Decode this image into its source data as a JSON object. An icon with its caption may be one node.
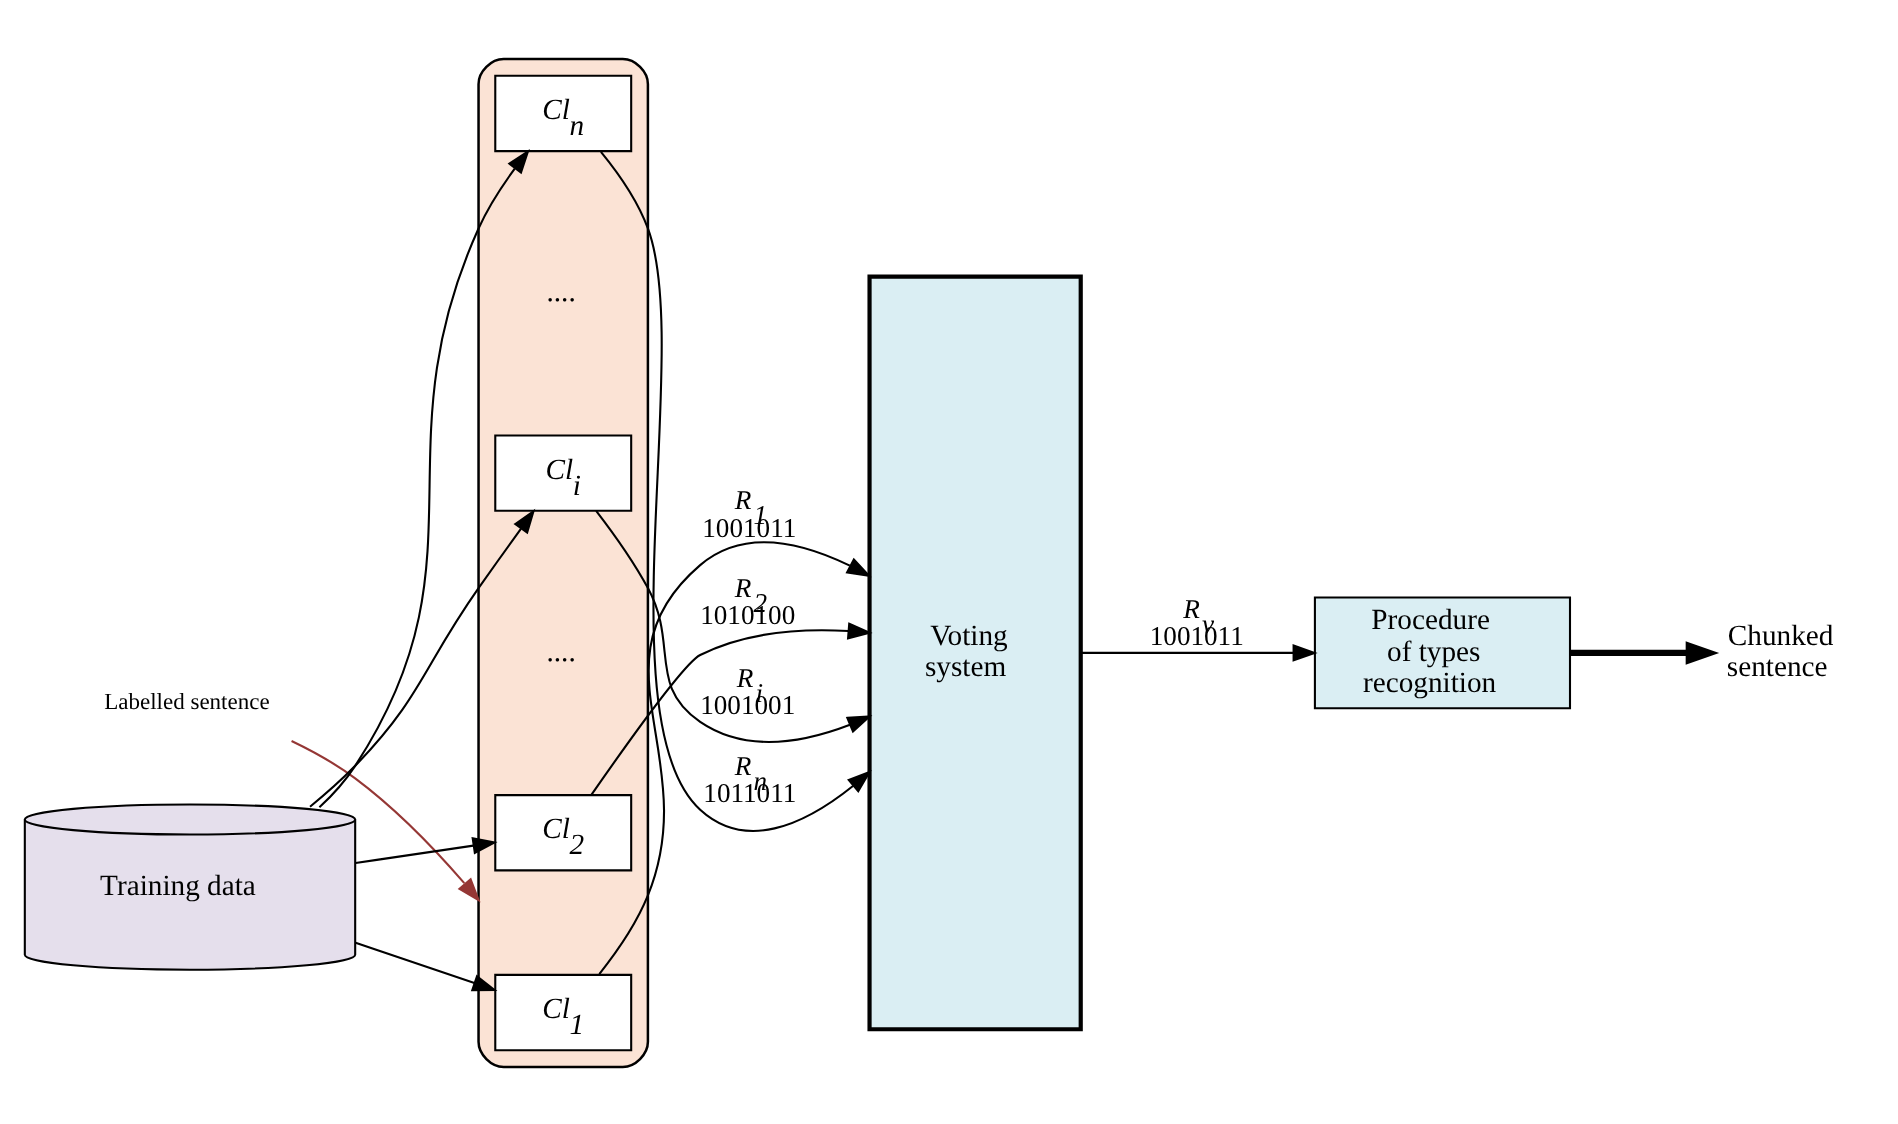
{
  "diagram": {
    "nodes": [
      {
        "text": [
          "Labelled sentence"
        ]
      },
      {
        "text": [],
        "shape": "ellipse"
      },
      {
        "text": [
          "Training data"
        ]
      },
      {
        "text": [
          "*Cl$_{1}$*"
        ],
        "in": 1
      },
      {
        "text": [
          "*Cl$_{2}$*"
        ],
        "in": 1
      },
      {
        "text": [
          "*Cl$_{i}$*"
        ],
        "in": 1
      },
      {
        "text": [
          "*Cl$_{n}$*"
        ],
        "in": 1
      },
      {
        "text": [
          "Voting system"
        ]
      },
      {
        "text": [
          "Procedure of types recognition"
        ]
      },
      {
        "text": [
          "Chunked sentence"
        ]
      }
    ],
    "edges": [
      {
        "from": 0,
        "to": 1,
        "arrow": "to",
        "color": "#953735"
      },
      {
        "from": 2,
        "to": 3,
        "arrow": "to"
      },
      {
        "from": 2,
        "to": 4,
        "arrow": "to"
      },
      {
        "from": 2,
        "to": 5,
        "arrow": "to"
      },
      {
        "from": 2,
        "to": 6,
        "arrow": "to"
      },
      {
        "from": 3,
        "to": 7,
        "arrow": "to",
        "label": "*R$_{1}$* 1001011"
      },
      {
        "from": 4,
        "to": 7,
        "arrow": "to",
        "label": "*R$_{2}$* 1010100"
      },
      {
        "from": 5,
        "to": 7,
        "arrow": "to",
        "label": "*R$_{i}$* 1001001"
      },
      {
        "from": 6,
        "to": 7,
        "arrow": "to",
        "label": "*R$_{n}$* 1011011"
      },
      {
        "from": 7,
        "to": 8,
        "arrow": "to",
        "label": "*R$_{v}$* 1001011"
      },
      {
        "from": 8,
        "to": 9,
        "arrow": "to",
        "style": "thick"
      }
    ],
    "labels": [
      "....",
      "...."
    ]
  }
}
